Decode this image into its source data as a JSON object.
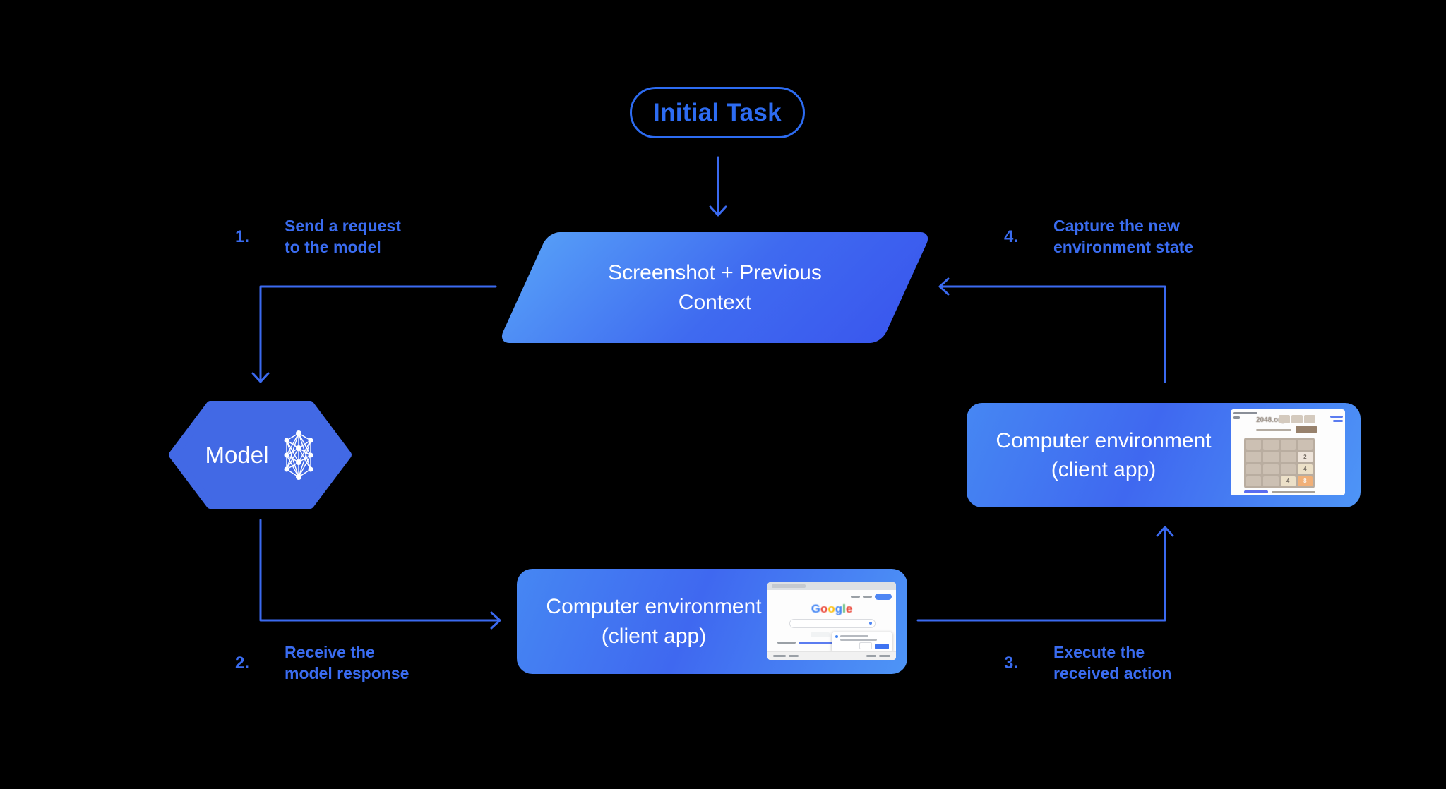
{
  "colors": {
    "background": "#000000",
    "accent_blue": "#3b6af0",
    "pill_blue": "#2d6cf2",
    "gradient_light": "#559cf7",
    "gradient_dark": "#3a58ee",
    "hexagon_fill": "#4269e5",
    "node_text": "#ffffff",
    "tile_orange": "#f1b078",
    "grid_background": "#b9ada0"
  },
  "nodes": {
    "initial_task": {
      "label": "Initial Task"
    },
    "screenshot_context": {
      "label": "Screenshot + Previous\nContext"
    },
    "model": {
      "label": "Model",
      "icon": "neural-network-icon"
    },
    "env_bottom": {
      "label": "Computer environment\n(client app)"
    },
    "env_right": {
      "label": "Computer environment\n(client app)"
    }
  },
  "steps": [
    {
      "num": "1.",
      "text": "Send a request\nto the model"
    },
    {
      "num": "2.",
      "text": "Receive the\nmodel response"
    },
    {
      "num": "3.",
      "text": "Execute the\nreceived action"
    },
    {
      "num": "4.",
      "text": "Capture the new\nenvironment state"
    }
  ],
  "google_thumb": {
    "logo": [
      {
        "ch": "G",
        "color": "#4285F4"
      },
      {
        "ch": "o",
        "color": "#EA4335"
      },
      {
        "ch": "o",
        "color": "#FBBC05"
      },
      {
        "ch": "g",
        "color": "#4285F4"
      },
      {
        "ch": "l",
        "color": "#34A853"
      },
      {
        "ch": "e",
        "color": "#EA4335"
      }
    ]
  },
  "game_thumb": {
    "site": "2048.org",
    "grid": [
      [
        "",
        "",
        "",
        ""
      ],
      [
        "",
        "",
        "",
        "2"
      ],
      [
        "",
        "",
        "",
        "4"
      ],
      [
        "",
        "",
        "4",
        "8"
      ]
    ]
  }
}
